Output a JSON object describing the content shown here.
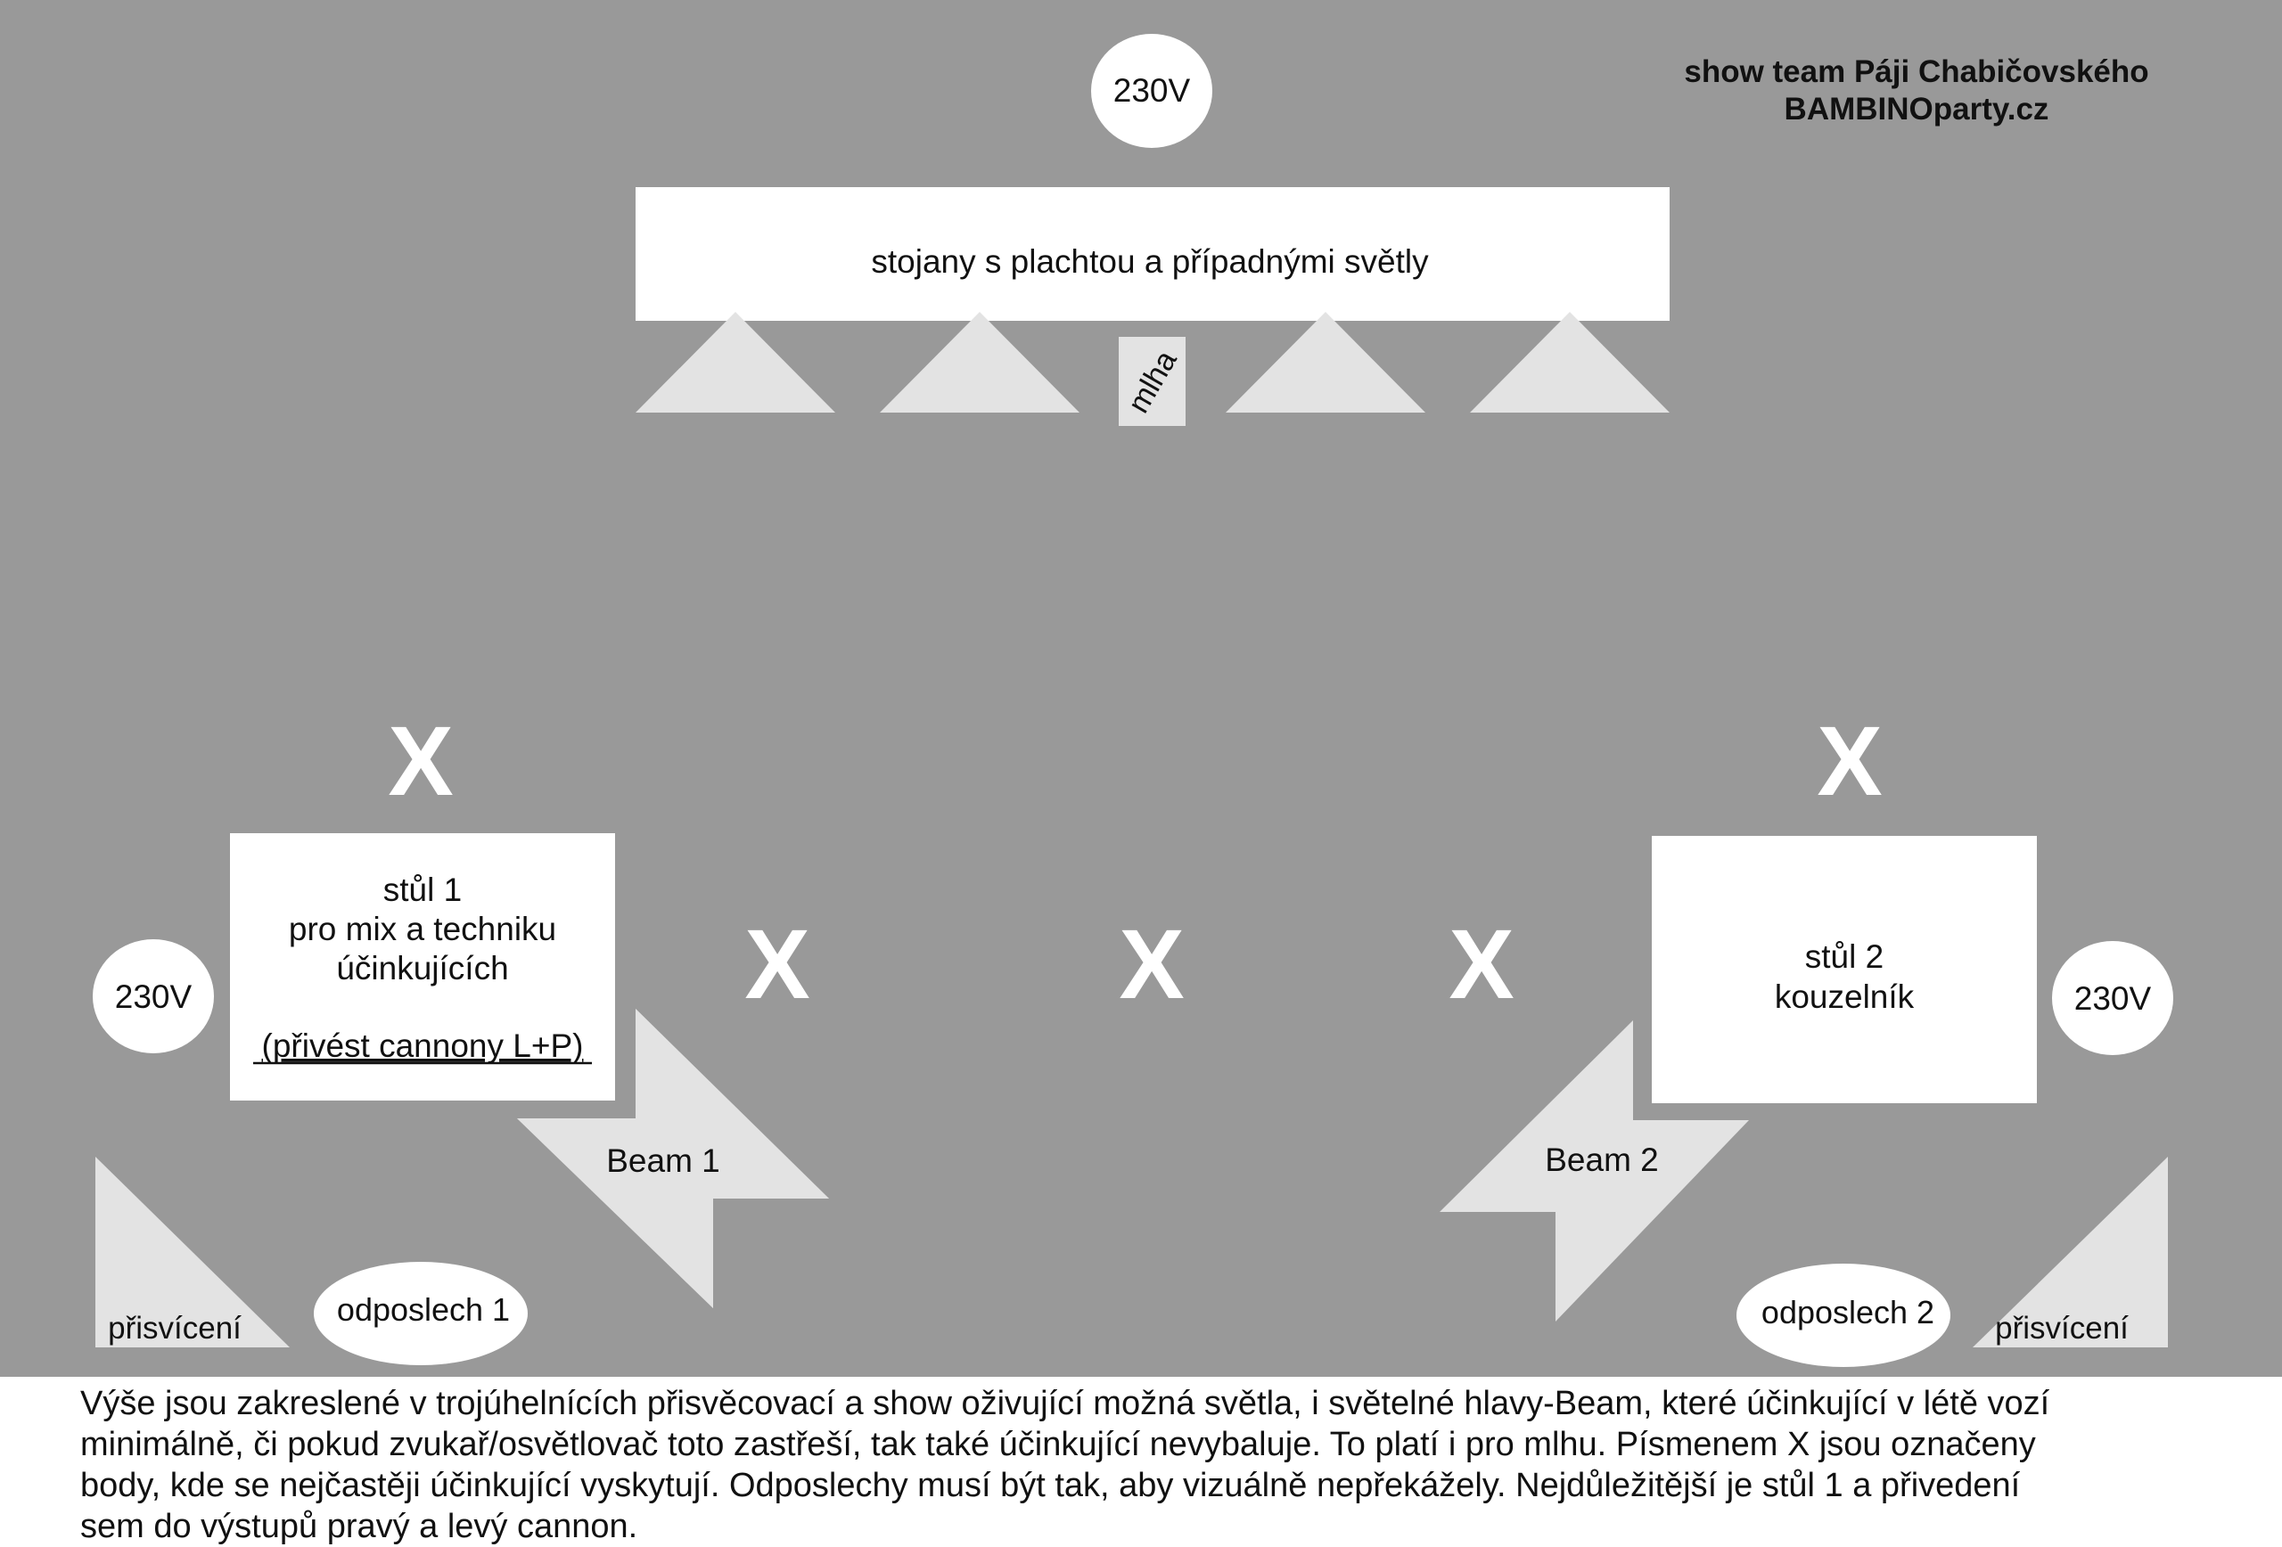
{
  "header": {
    "title_line1": "show team Páji Chabičovského",
    "title_line2": "BAMBINOparty.cz"
  },
  "power": {
    "top": "230V",
    "left": "230V",
    "right": "230V"
  },
  "stage_back": {
    "label": "stojany s plachtou a případnými světly",
    "fog_label": "mlha"
  },
  "table1": {
    "line1": "stůl 1",
    "line2": "pro mix a techniku",
    "line3": "účinkujících",
    "line4": "(přivést cannony L+P)"
  },
  "table2": {
    "line1": "stůl 2",
    "line2": "kouzelník"
  },
  "beams": {
    "beam1": "Beam 1",
    "beam2": "Beam 2"
  },
  "monitors": {
    "left": "odposlech 1",
    "right": "odposlech 2"
  },
  "fill_lights": {
    "left": "přisvícení",
    "right": "přisvícení"
  },
  "marks": {
    "symbol": "X"
  },
  "caption": {
    "line1": "Výše jsou zakreslené v trojúhelnících přisvěcovací a show oživující možná světla, i světelné hlavy-Beam, které účinkující v létě vozí",
    "line2": "minimálně, či pokud zvukař/osvětlovač toto zastřeší, tak také účinkující nevybaluje. To platí i pro mlhu. Písmenem X jsou označeny",
    "line3": "body, kde se nejčastěji účinkující vyskytují. Odposlechy musí být tak, aby vizuálně nepřekážely. Nejdůležitější je stůl 1 a přivedení",
    "line4": "sem do výstupů pravý a levý cannon."
  },
  "colors": {
    "stage": "#999999",
    "shape_white": "#ffffff",
    "light_gray": "#e3e3e3",
    "text": "#111111"
  }
}
